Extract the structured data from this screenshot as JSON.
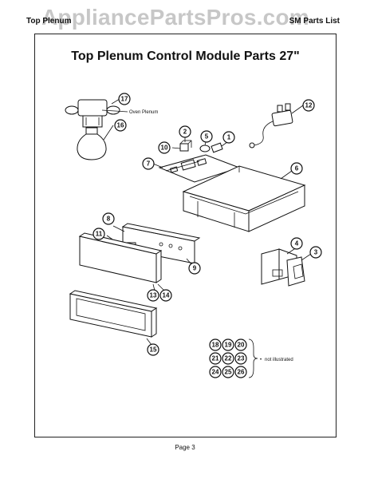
{
  "header": {
    "left_text": "Top Plenum",
    "right_text": "SM Parts List",
    "watermark": "AppliancePartsPros.com"
  },
  "diagram": {
    "title": "Top Plenum Control Module Parts 27\"",
    "oven_plenum_label": "Oven Plenum",
    "not_illustrated_label": "not illustrated",
    "callouts": [
      "1",
      "2",
      "3",
      "4",
      "5",
      "6",
      "7",
      "8",
      "9",
      "10",
      "11",
      "12",
      "13",
      "14",
      "15",
      "16",
      "17"
    ],
    "not_illustrated_parts": [
      "18",
      "19",
      "20",
      "21",
      "22",
      "23",
      "24",
      "25",
      "26"
    ]
  },
  "footer": {
    "page": "Page 3"
  }
}
